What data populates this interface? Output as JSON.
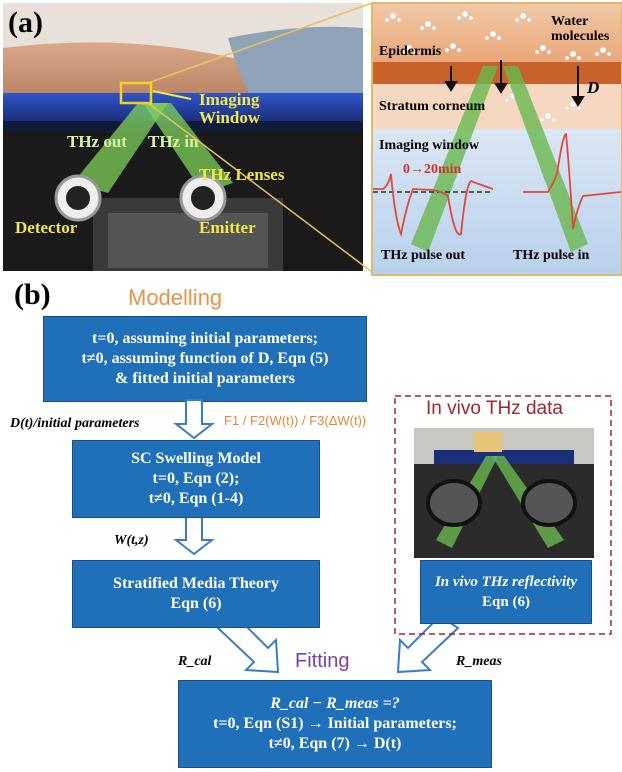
{
  "panel_a": {
    "label": "(a)",
    "photo": {
      "imaging_window": "Imaging\nWindow",
      "thz_out": "THz out",
      "thz_in": "THz in",
      "thz_lenses": "THz Lenses",
      "detector": "Detector",
      "emitter": "Emitter"
    },
    "schematic": {
      "water_molecules": "Water\nmolecules",
      "epidermis": "Epidermis",
      "stratum_corneum": "Stratum corneum",
      "d_symbol": "D",
      "imaging_window": "Imaging window",
      "time_range": "0→20min",
      "pulse_out": "THz pulse out",
      "pulse_in": "THz pulse in"
    }
  },
  "panel_b": {
    "label": "(b)",
    "modelling_title": "Modelling",
    "box1": [
      "t=0, assuming initial parameters;",
      "t≠0, assuming function of D, Eqn (5)",
      "& fitted initial parameters"
    ],
    "arrow1_left": "D(t)/initial parameters",
    "arrow1_right": "F1 / F2(W(t)) / F3(ΔW(t))",
    "box2": [
      "SC Swelling Model",
      "t=0, Eqn (2);",
      "t≠0, Eqn (1-4)"
    ],
    "arrow2_left": "W(t,z)",
    "box3": [
      "Stratified Media Theory",
      "Eqn (6)"
    ],
    "invivo_title": "In vivo THz data",
    "box4": [
      "In vivo THz reflectivity",
      "Eqn (6)"
    ],
    "r_cal": "R_cal",
    "r_meas": "R_meas",
    "fitting_title": "Fitting",
    "box5": [
      "R_cal − R_meas =?",
      "t=0, Eqn (S1) → Initial parameters;",
      "t≠0, Eqn (7) → D(t)"
    ]
  },
  "colors": {
    "box_blue": "#1f6fb9",
    "orange_text": "#e8924a",
    "dashed_red": "#a0262a",
    "fitting_purple": "#7a3fb0",
    "arrow_green": "#5db04a"
  }
}
